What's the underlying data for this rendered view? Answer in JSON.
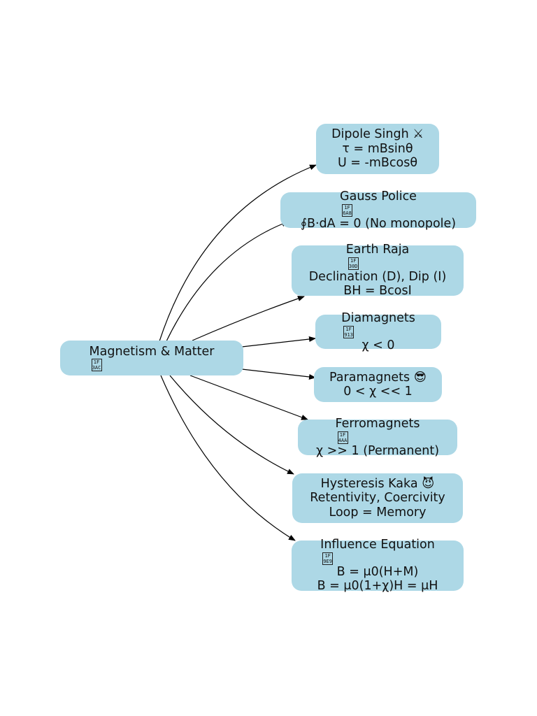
{
  "diagram": {
    "root": {
      "label": "Magnetism & Matter",
      "icon": "missing-glyph-box"
    },
    "nodes": [
      {
        "title": "Dipole Singh ⚔",
        "lines": [
          "τ = mBsinθ",
          "U = -mBcosθ"
        ]
      },
      {
        "title": "Gauss Police",
        "icon": "missing-glyph-box",
        "lines": [
          "∮B·dA = 0 (No monopole)"
        ]
      },
      {
        "title": "Earth Raja",
        "icon": "missing-glyph-box",
        "lines": [
          "Declination (D), Dip (I)",
          "BH = BcosI"
        ]
      },
      {
        "title": "Diamagnets",
        "icon": "missing-glyph-box",
        "lines": [
          "χ < 0"
        ]
      },
      {
        "title": "Paramagnets 😎",
        "lines": [
          "0 < χ << 1"
        ]
      },
      {
        "title": "Ferromagnets",
        "icon": "missing-glyph-box",
        "lines": [
          "χ >> 1 (Permanent)"
        ]
      },
      {
        "title": "Hysteresis Kaka 😈",
        "lines": [
          "Retentivity, Coercivity",
          "Loop = Memory"
        ]
      },
      {
        "title": "Influence Equation",
        "icon": "missing-glyph-box",
        "lines": [
          "B = μ0(H+M)",
          "B = μ0(1+χ)H = μH"
        ]
      }
    ]
  }
}
